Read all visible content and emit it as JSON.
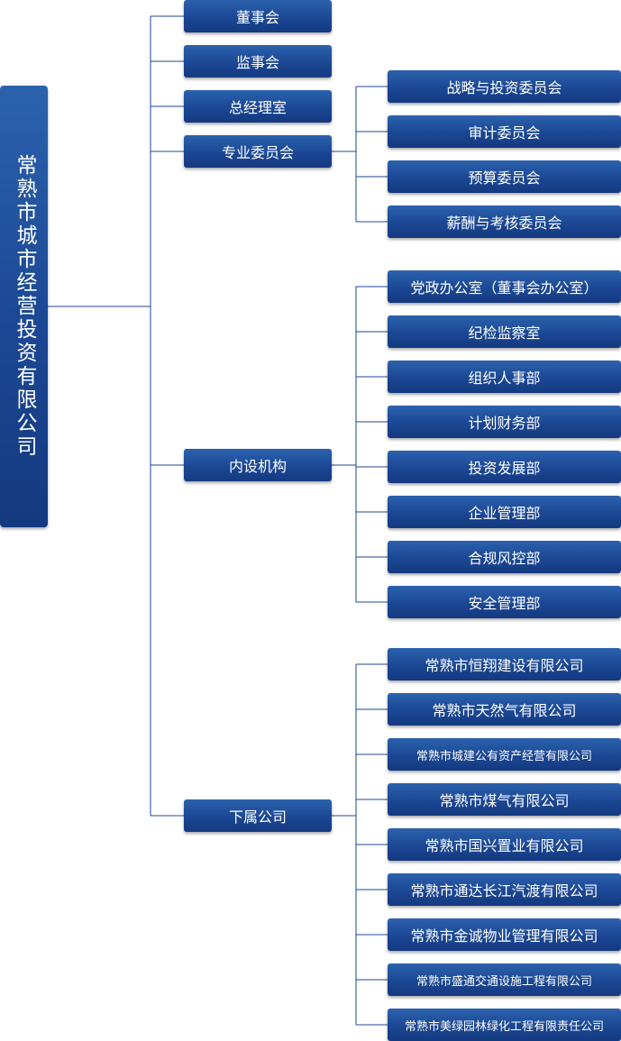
{
  "root": {
    "label": "常熟市城市经营投资有限公司"
  },
  "level1": [
    {
      "label": "董事会"
    },
    {
      "label": "监事会"
    },
    {
      "label": "总经理室"
    },
    {
      "label": "专业委员会"
    },
    {
      "label": "内设机构"
    },
    {
      "label": "下属公司"
    }
  ],
  "committees": [
    {
      "label": "战略与投资委员会"
    },
    {
      "label": "审计委员会"
    },
    {
      "label": "预算委员会"
    },
    {
      "label": "薪酬与考核委员会"
    }
  ],
  "departments": [
    {
      "label": "党政办公室（董事会办公室）"
    },
    {
      "label": "纪检监察室"
    },
    {
      "label": "组织人事部"
    },
    {
      "label": "计划财务部"
    },
    {
      "label": "投资发展部"
    },
    {
      "label": "企业管理部"
    },
    {
      "label": "合规风控部"
    },
    {
      "label": "安全管理部"
    }
  ],
  "subsidiaries": [
    {
      "label": "常熟市恒翔建设有限公司"
    },
    {
      "label": "常熟市天然气有限公司"
    },
    {
      "label": "常熟市城建公有资产经营有限公司"
    },
    {
      "label": "常熟市煤气有限公司"
    },
    {
      "label": "常熟市国兴置业有限公司"
    },
    {
      "label": "常熟市通达长江汽渡有限公司"
    },
    {
      "label": "常熟市金诚物业管理有限公司"
    },
    {
      "label": "常熟市盛通交通设施工程有限公司"
    },
    {
      "label": "常熟市美绿园林绿化工程有限责任公司"
    }
  ],
  "colors": {
    "node": "#1b4794",
    "line": "#1b4794",
    "text": "#ffffff"
  }
}
